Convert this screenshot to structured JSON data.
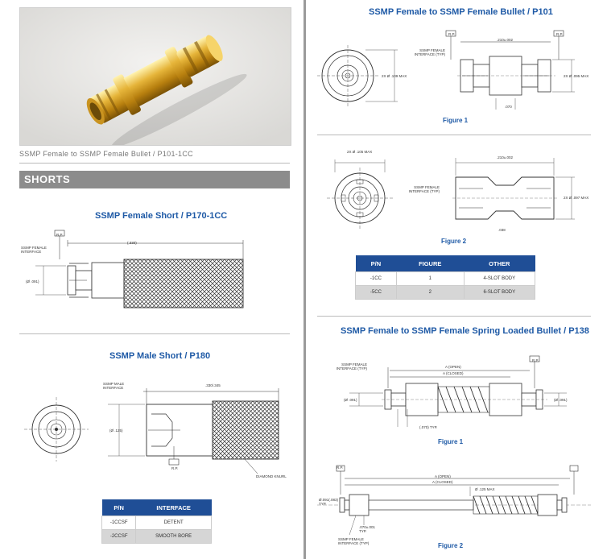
{
  "photo": {
    "caption": "SSMP Female to SSMP Female Bullet / P101-1CC"
  },
  "shorts": {
    "heading": "SHORTS"
  },
  "female_short": {
    "title": "SSMP Female Short / P170-1CC",
    "labels": {
      "rp": "R.P.",
      "interface": "SSMP FEMALE INTERFACE",
      "length": "(.330)",
      "dia": "(Ø .091)"
    }
  },
  "male_short": {
    "title": "SSMP Male Short / P180",
    "labels": {
      "interface": "SSMP MALE INTERFACE",
      "length": ".330/.345",
      "dia": "(Ø .125)",
      "rp": "R.P.",
      "knurl": "DIAMOND KNURL"
    },
    "table": {
      "headers": [
        "P/N",
        "INTERFACE"
      ],
      "rows": [
        [
          "-1CCSF",
          "DETENT"
        ],
        [
          "-2CCSF",
          "SMOOTH BORE"
        ]
      ]
    }
  },
  "bullet": {
    "title": "SSMP Female to SSMP Female Bullet / P101",
    "figure1": "Figure 1",
    "figure2": "Figure 2",
    "fig1_labels": {
      "rp_left": "R.P.",
      "rp_right": "R.P.",
      "length": ".210±.002",
      "interface": "SSMP FEMALE INTERFACE (TYP)",
      "dia_end": "2X Ø .109 MAX",
      "dia_right": "2X Ø .095 MAX",
      "gap": ".070"
    },
    "fig2_labels": {
      "dia_end": "2X Ø .105 MAX",
      "length": ".210±.002",
      "interface": "SSMP FEMALE INTERFACE (TYP)",
      "dia_right": "2X Ø .097 MAX",
      "gap": ".038"
    },
    "table": {
      "headers": [
        "P/N",
        "FIGURE",
        "OTHER"
      ],
      "rows": [
        [
          "-1CC",
          "1",
          "4-SLOT BODY"
        ],
        [
          "-5CC",
          "2",
          "6-SLOT BODY"
        ]
      ]
    }
  },
  "spring": {
    "title": "SSMP Female to SSMP Female Spring Loaded Bullet / P138",
    "figure1": "Figure 1",
    "figure2": "Figure 2",
    "fig1_labels": {
      "interface": "SSMP FEMALE INTERFACE (TYP)",
      "open": "A (OPEN)",
      "closed": "A (CLOSED)",
      "rp": "R.P.",
      "dia_left": "(Ø .091)",
      "dia_right": "(Ø .091)",
      "gap": "(.070) TYP."
    },
    "fig2_labels": {
      "rp": "R.P.",
      "open": "A (OPEN)",
      "closed": "A (CLOSED)",
      "dia": "Ø .125 MAX",
      "dia_left": "Ø.091(.083) TYP.",
      "gap": ".070±.001 TYP.",
      "interface": "SSMP FEMALE INTERFACE (TYP)"
    }
  }
}
